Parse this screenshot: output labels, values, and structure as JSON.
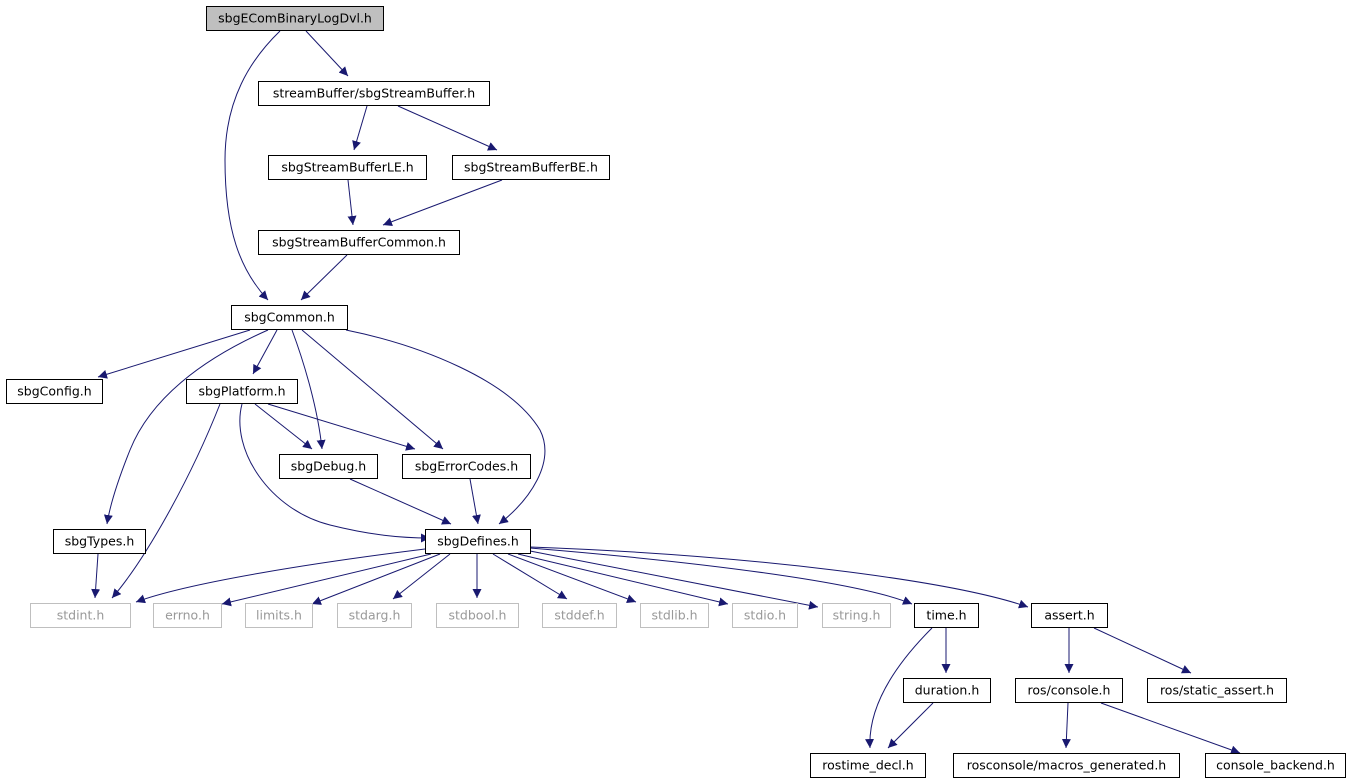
{
  "colors": {
    "edge": "#191970",
    "node_border": "#000000",
    "node_border_external": "#bfbfbf",
    "node_fill": "#ffffff",
    "root_fill": "#bfbfbf",
    "text": "#000000",
    "text_external": "#999999"
  },
  "diagram": {
    "nodes": [
      {
        "id": "root",
        "label": "sbgEComBinaryLogDvl.h",
        "kind": "root"
      },
      {
        "id": "sb",
        "label": "streamBuffer/sbgStreamBuffer.h",
        "kind": "normal"
      },
      {
        "id": "sble",
        "label": "sbgStreamBufferLE.h",
        "kind": "normal"
      },
      {
        "id": "sbbe",
        "label": "sbgStreamBufferBE.h",
        "kind": "normal"
      },
      {
        "id": "sbc",
        "label": "sbgStreamBufferCommon.h",
        "kind": "normal"
      },
      {
        "id": "common",
        "label": "sbgCommon.h",
        "kind": "normal"
      },
      {
        "id": "config",
        "label": "sbgConfig.h",
        "kind": "normal"
      },
      {
        "id": "platform",
        "label": "sbgPlatform.h",
        "kind": "normal"
      },
      {
        "id": "debug",
        "label": "sbgDebug.h",
        "kind": "normal"
      },
      {
        "id": "errcodes",
        "label": "sbgErrorCodes.h",
        "kind": "normal"
      },
      {
        "id": "types",
        "label": "sbgTypes.h",
        "kind": "normal"
      },
      {
        "id": "defines",
        "label": "sbgDefines.h",
        "kind": "normal"
      },
      {
        "id": "stdint",
        "label": "stdint.h",
        "kind": "external"
      },
      {
        "id": "errno",
        "label": "errno.h",
        "kind": "external"
      },
      {
        "id": "limits",
        "label": "limits.h",
        "kind": "external"
      },
      {
        "id": "stdarg",
        "label": "stdarg.h",
        "kind": "external"
      },
      {
        "id": "stdbool",
        "label": "stdbool.h",
        "kind": "external"
      },
      {
        "id": "stddef",
        "label": "stddef.h",
        "kind": "external"
      },
      {
        "id": "stdlib",
        "label": "stdlib.h",
        "kind": "external"
      },
      {
        "id": "stdio",
        "label": "stdio.h",
        "kind": "external"
      },
      {
        "id": "string",
        "label": "string.h",
        "kind": "external"
      },
      {
        "id": "time",
        "label": "time.h",
        "kind": "normal"
      },
      {
        "id": "assert",
        "label": "assert.h",
        "kind": "normal"
      },
      {
        "id": "duration",
        "label": "duration.h",
        "kind": "normal"
      },
      {
        "id": "rosconsole",
        "label": "ros/console.h",
        "kind": "normal"
      },
      {
        "id": "staticassert",
        "label": "ros/static_assert.h",
        "kind": "normal"
      },
      {
        "id": "rostime",
        "label": "rostime_decl.h",
        "kind": "normal"
      },
      {
        "id": "macros",
        "label": "rosconsole/macros_generated.h",
        "kind": "normal"
      },
      {
        "id": "backend",
        "label": "console_backend.h",
        "kind": "normal"
      }
    ],
    "edges": [
      [
        "root",
        "sb"
      ],
      [
        "root",
        "common"
      ],
      [
        "sb",
        "sble"
      ],
      [
        "sb",
        "sbbe"
      ],
      [
        "sble",
        "sbc"
      ],
      [
        "sbbe",
        "sbc"
      ],
      [
        "sbc",
        "common"
      ],
      [
        "common",
        "config"
      ],
      [
        "common",
        "platform"
      ],
      [
        "common",
        "debug"
      ],
      [
        "common",
        "errcodes"
      ],
      [
        "common",
        "types"
      ],
      [
        "common",
        "defines"
      ],
      [
        "platform",
        "debug"
      ],
      [
        "platform",
        "errcodes"
      ],
      [
        "platform",
        "defines"
      ],
      [
        "platform",
        "stdint"
      ],
      [
        "debug",
        "defines"
      ],
      [
        "errcodes",
        "defines"
      ],
      [
        "types",
        "stdint"
      ],
      [
        "defines",
        "stdint"
      ],
      [
        "defines",
        "errno"
      ],
      [
        "defines",
        "limits"
      ],
      [
        "defines",
        "stdarg"
      ],
      [
        "defines",
        "stdbool"
      ],
      [
        "defines",
        "stddef"
      ],
      [
        "defines",
        "stdlib"
      ],
      [
        "defines",
        "stdio"
      ],
      [
        "defines",
        "string"
      ],
      [
        "defines",
        "time"
      ],
      [
        "defines",
        "assert"
      ],
      [
        "time",
        "duration"
      ],
      [
        "time",
        "rostime"
      ],
      [
        "duration",
        "rostime"
      ],
      [
        "assert",
        "rosconsole"
      ],
      [
        "assert",
        "staticassert"
      ],
      [
        "rosconsole",
        "macros"
      ],
      [
        "rosconsole",
        "backend"
      ]
    ]
  }
}
